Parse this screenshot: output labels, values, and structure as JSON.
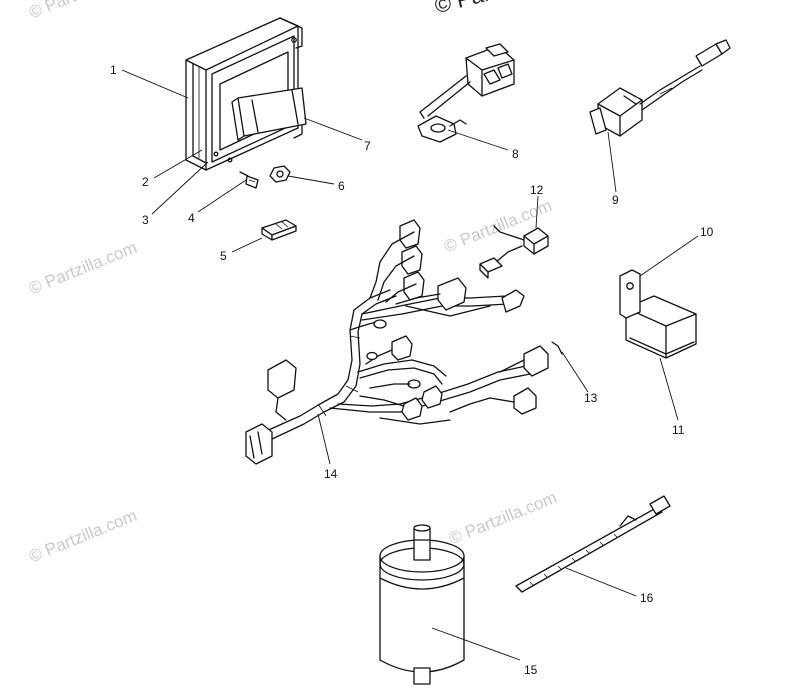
{
  "watermark": {
    "top": "© Partzilla.com",
    "repeat": "© Partzilla.com"
  },
  "callouts": [
    {
      "number": "1"
    },
    {
      "number": "2"
    },
    {
      "number": "3"
    },
    {
      "number": "4"
    },
    {
      "number": "5"
    },
    {
      "number": "6"
    },
    {
      "number": "7"
    },
    {
      "number": "8"
    },
    {
      "number": "9"
    },
    {
      "number": "10"
    },
    {
      "number": "11"
    },
    {
      "number": "12"
    },
    {
      "number": "13"
    },
    {
      "number": "14"
    },
    {
      "number": "15"
    },
    {
      "number": "16"
    }
  ]
}
